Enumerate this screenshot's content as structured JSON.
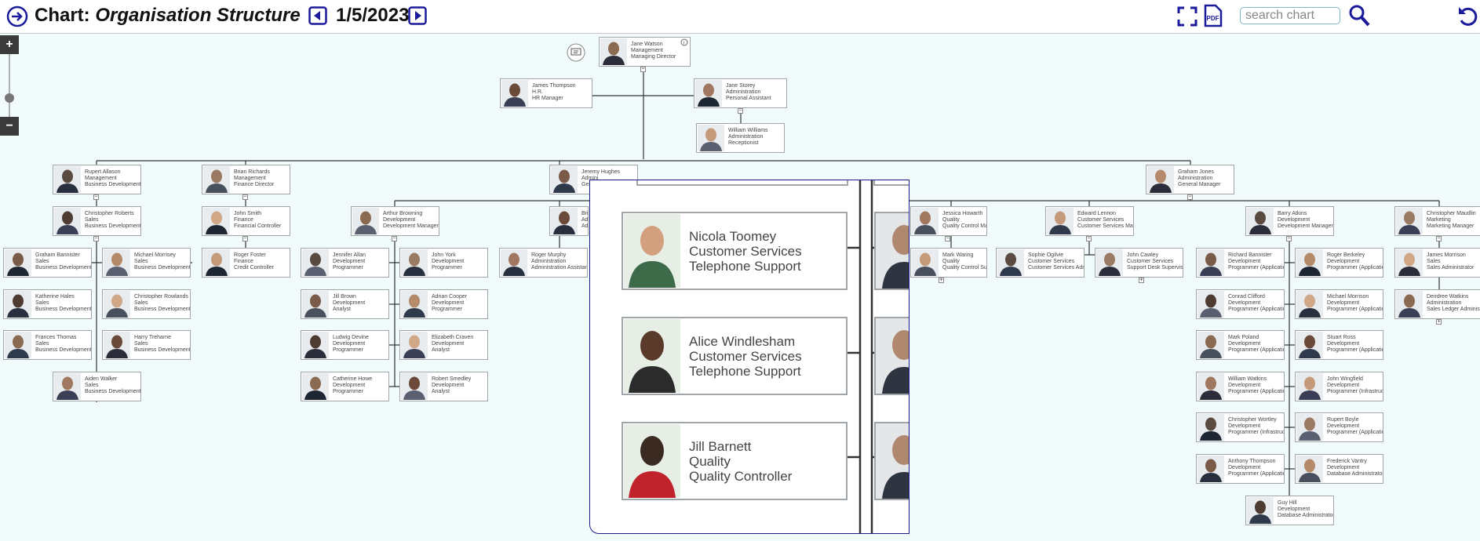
{
  "header": {
    "title_prefix": "Chart:",
    "title_name": "Organisation Structure",
    "date": "1/5/2023",
    "search_placeholder": "search chart"
  },
  "icons": {
    "back": "arrow-circle-right-icon",
    "prev": "triangle-left-icon",
    "next": "triangle-right-icon",
    "fullscreen": "expand-icon",
    "pdf": "pdf-icon",
    "search": "magnifier-icon",
    "undo": "undo-icon",
    "comment": "speech-bubble-icon",
    "info": "info-icon"
  },
  "zoom": {
    "plus": "+",
    "minus": "−"
  },
  "colors": {
    "accent": "#1a1a9a",
    "canvas": "#f1fbfc",
    "line": "#333333"
  },
  "nodes": [
    {
      "name": "Jane Watson",
      "dept": "Management",
      "role": "Managing Director"
    },
    {
      "name": "James Thompson",
      "dept": "H.R.",
      "role": "HR Manager"
    },
    {
      "name": "Jane Storey",
      "dept": "Administration",
      "role": "Personal Assistant"
    },
    {
      "name": "William Williams",
      "dept": "Administration",
      "role": "Receptionist"
    },
    {
      "name": "Rupert Allason",
      "dept": "Management",
      "role": "Business Development Dire"
    },
    {
      "name": "Brian Richards",
      "dept": "Management",
      "role": "Finance Director"
    },
    {
      "name": "Jeremy Hughes",
      "dept": "Admini",
      "role": "Genera"
    },
    {
      "name": "Graham Jones",
      "dept": "Administration",
      "role": "General Manager"
    },
    {
      "name": "Christopher Roberts",
      "dept": "Sales",
      "role": "Business Development Mana"
    },
    {
      "name": "John Smith",
      "dept": "Finance",
      "role": "Financial Controller"
    },
    {
      "name": "Arthur Browning",
      "dept": "Development",
      "role": "Development Manager"
    },
    {
      "name": "Brian L",
      "dept": "Admini",
      "role": "Admini"
    },
    {
      "name": "Jessica Howarth",
      "dept": "Quality",
      "role": "Quality Control Manager"
    },
    {
      "name": "Edward Lennon",
      "dept": "Customer Services",
      "role": "Customer Services Manager"
    },
    {
      "name": "Barry Atkins",
      "dept": "Development",
      "role": "Development Manager"
    },
    {
      "name": "Christopher Maudlin",
      "dept": "Marketing",
      "role": "Marketing Manager"
    },
    {
      "name": "Graham Bannister",
      "dept": "Sales",
      "role": "Business Development - S.E."
    },
    {
      "name": "Michael Morrisey",
      "dept": "Sales",
      "role": "Business Development - Sco"
    },
    {
      "name": "Katherine Hales",
      "dept": "Sales",
      "role": "Business Development - S.W"
    },
    {
      "name": "Christopher Rowlands",
      "dept": "Sales",
      "role": "Business Development - Lo"
    },
    {
      "name": "Frances Thomas",
      "dept": "Sales",
      "role": "Business Development - Mid"
    },
    {
      "name": "Harry Treharne",
      "dept": "Sales",
      "role": "Business Development - N.E"
    },
    {
      "name": "Aiden Walker",
      "dept": "Sales",
      "role": "Business Development - N.W"
    },
    {
      "name": "Roger Foster",
      "dept": "Finance",
      "role": "Credit Controller"
    },
    {
      "name": "Jennifer Allan",
      "dept": "Development",
      "role": "Programmer"
    },
    {
      "name": "John York",
      "dept": "Development",
      "role": "Programmer"
    },
    {
      "name": "Jill Brown",
      "dept": "Development",
      "role": "Analyst"
    },
    {
      "name": "Adrian Cooper",
      "dept": "Development",
      "role": "Programmer"
    },
    {
      "name": "Ludwig Devine",
      "dept": "Development",
      "role": "Programmer"
    },
    {
      "name": "Elizabeth Craven",
      "dept": "Development",
      "role": "Analyst"
    },
    {
      "name": "Catherine Howe",
      "dept": "Development",
      "role": "Programmer"
    },
    {
      "name": "Robert Smedley",
      "dept": "Development",
      "role": "Analyst"
    },
    {
      "name": "Roger Murphy",
      "dept": "Administration",
      "role": "Administration Assistant"
    },
    {
      "name": "Mark Waring",
      "dept": "Quality",
      "role": "Quality Control Supervisor"
    },
    {
      "name": "Sophie Ogilvie",
      "dept": "Customer Services",
      "role": "Customer Services Administ"
    },
    {
      "name": "John Cawley",
      "dept": "Customer Services",
      "role": "Support Desk Supervisor"
    },
    {
      "name": "Richard Bannister",
      "dept": "Development",
      "role": "Programmer (Applications)"
    },
    {
      "name": "Roger Berkeley",
      "dept": "Development",
      "role": "Programmer (Applications)"
    },
    {
      "name": "Conrad Clifford",
      "dept": "Development",
      "role": "Programmer (Applications)"
    },
    {
      "name": "Michael Morrison",
      "dept": "Development",
      "role": "Programmer (Applications)"
    },
    {
      "name": "Mark Poland",
      "dept": "Development",
      "role": "Programmer (Applications)"
    },
    {
      "name": "Stuart Ross",
      "dept": "Development",
      "role": "Programmer (Applications)"
    },
    {
      "name": "William Watkins",
      "dept": "Development",
      "role": "Programmer (Applications)"
    },
    {
      "name": "John Wingfield",
      "dept": "Development",
      "role": "Programmer (Infrastructure)"
    },
    {
      "name": "Christopher Wortley",
      "dept": "Development",
      "role": "Programmer (Infrastructure)"
    },
    {
      "name": "Rupert Boyle",
      "dept": "Development",
      "role": "Programmer (Applications)"
    },
    {
      "name": "Anthony Thompson",
      "dept": "Development",
      "role": "Programmer (Applications)"
    },
    {
      "name": "Frederick Vantry",
      "dept": "Development",
      "role": "Database Administrator"
    },
    {
      "name": "Guy Hill",
      "dept": "Development",
      "role": "Database Administrator"
    },
    {
      "name": "James Morrison",
      "dept": "Sales",
      "role": "Sales Administrator"
    },
    {
      "name": "Deirdree Watkins",
      "dept": "Administration",
      "role": "Sales Ledger Administrator"
    }
  ],
  "popup": {
    "cards": [
      {
        "name": "Nicola Toomey",
        "dept": "Customer Services",
        "role": "Telephone Support"
      },
      {
        "name": "Alice Windlesham",
        "dept": "Customer Services",
        "role": "Telephone Support"
      },
      {
        "name": "Jill Barnett",
        "dept": "Quality",
        "role": "Quality Controller"
      }
    ]
  }
}
